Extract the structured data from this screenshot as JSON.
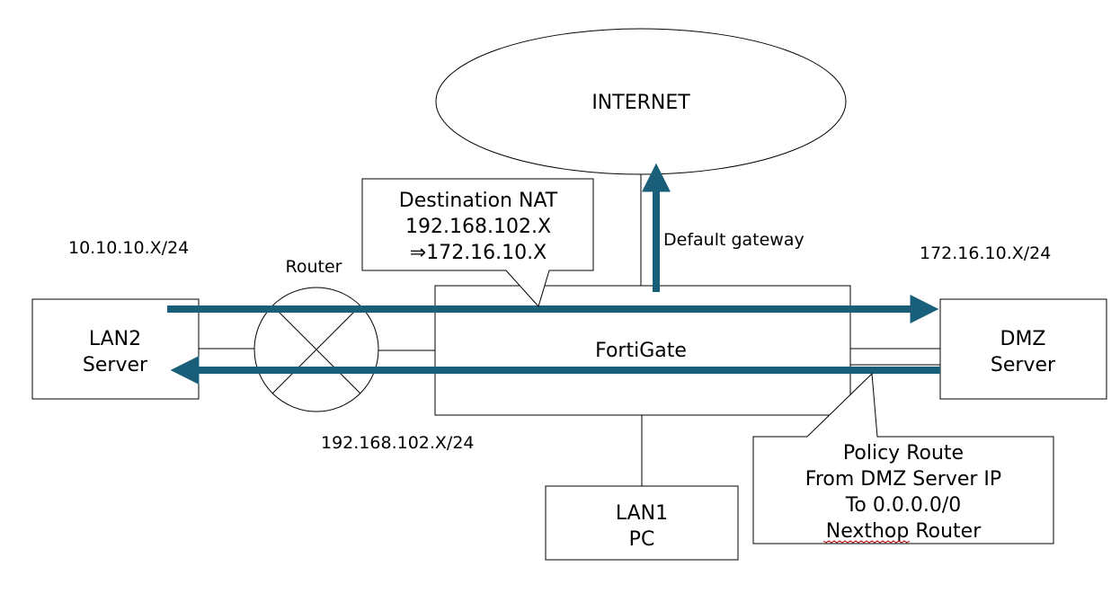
{
  "internet": {
    "label": "INTERNET"
  },
  "fortigate": {
    "label": "FortiGate"
  },
  "lan2": {
    "line1": "LAN2",
    "line2": "Server"
  },
  "dmz": {
    "line1": "DMZ",
    "line2": "Server"
  },
  "lan1": {
    "line1": "LAN1",
    "line2": "PC"
  },
  "router": {
    "label": "Router"
  },
  "subnets": {
    "lan2": "10.10.10.X/24",
    "dmz": "172.16.10.X/24",
    "transit": "192.168.102.X/24"
  },
  "default_gateway": "Default gateway",
  "nat_callout": {
    "line1": "Destination NAT",
    "line2": "192.168.102.X",
    "line3": "⇒172.16.10.X"
  },
  "policy_callout": {
    "line1": "Policy Route",
    "line2": "From DMZ Server IP",
    "line3": "To 0.0.0.0/0",
    "line4": "Nexthop Router"
  },
  "colors": {
    "arrow": "#1a5f7a"
  }
}
